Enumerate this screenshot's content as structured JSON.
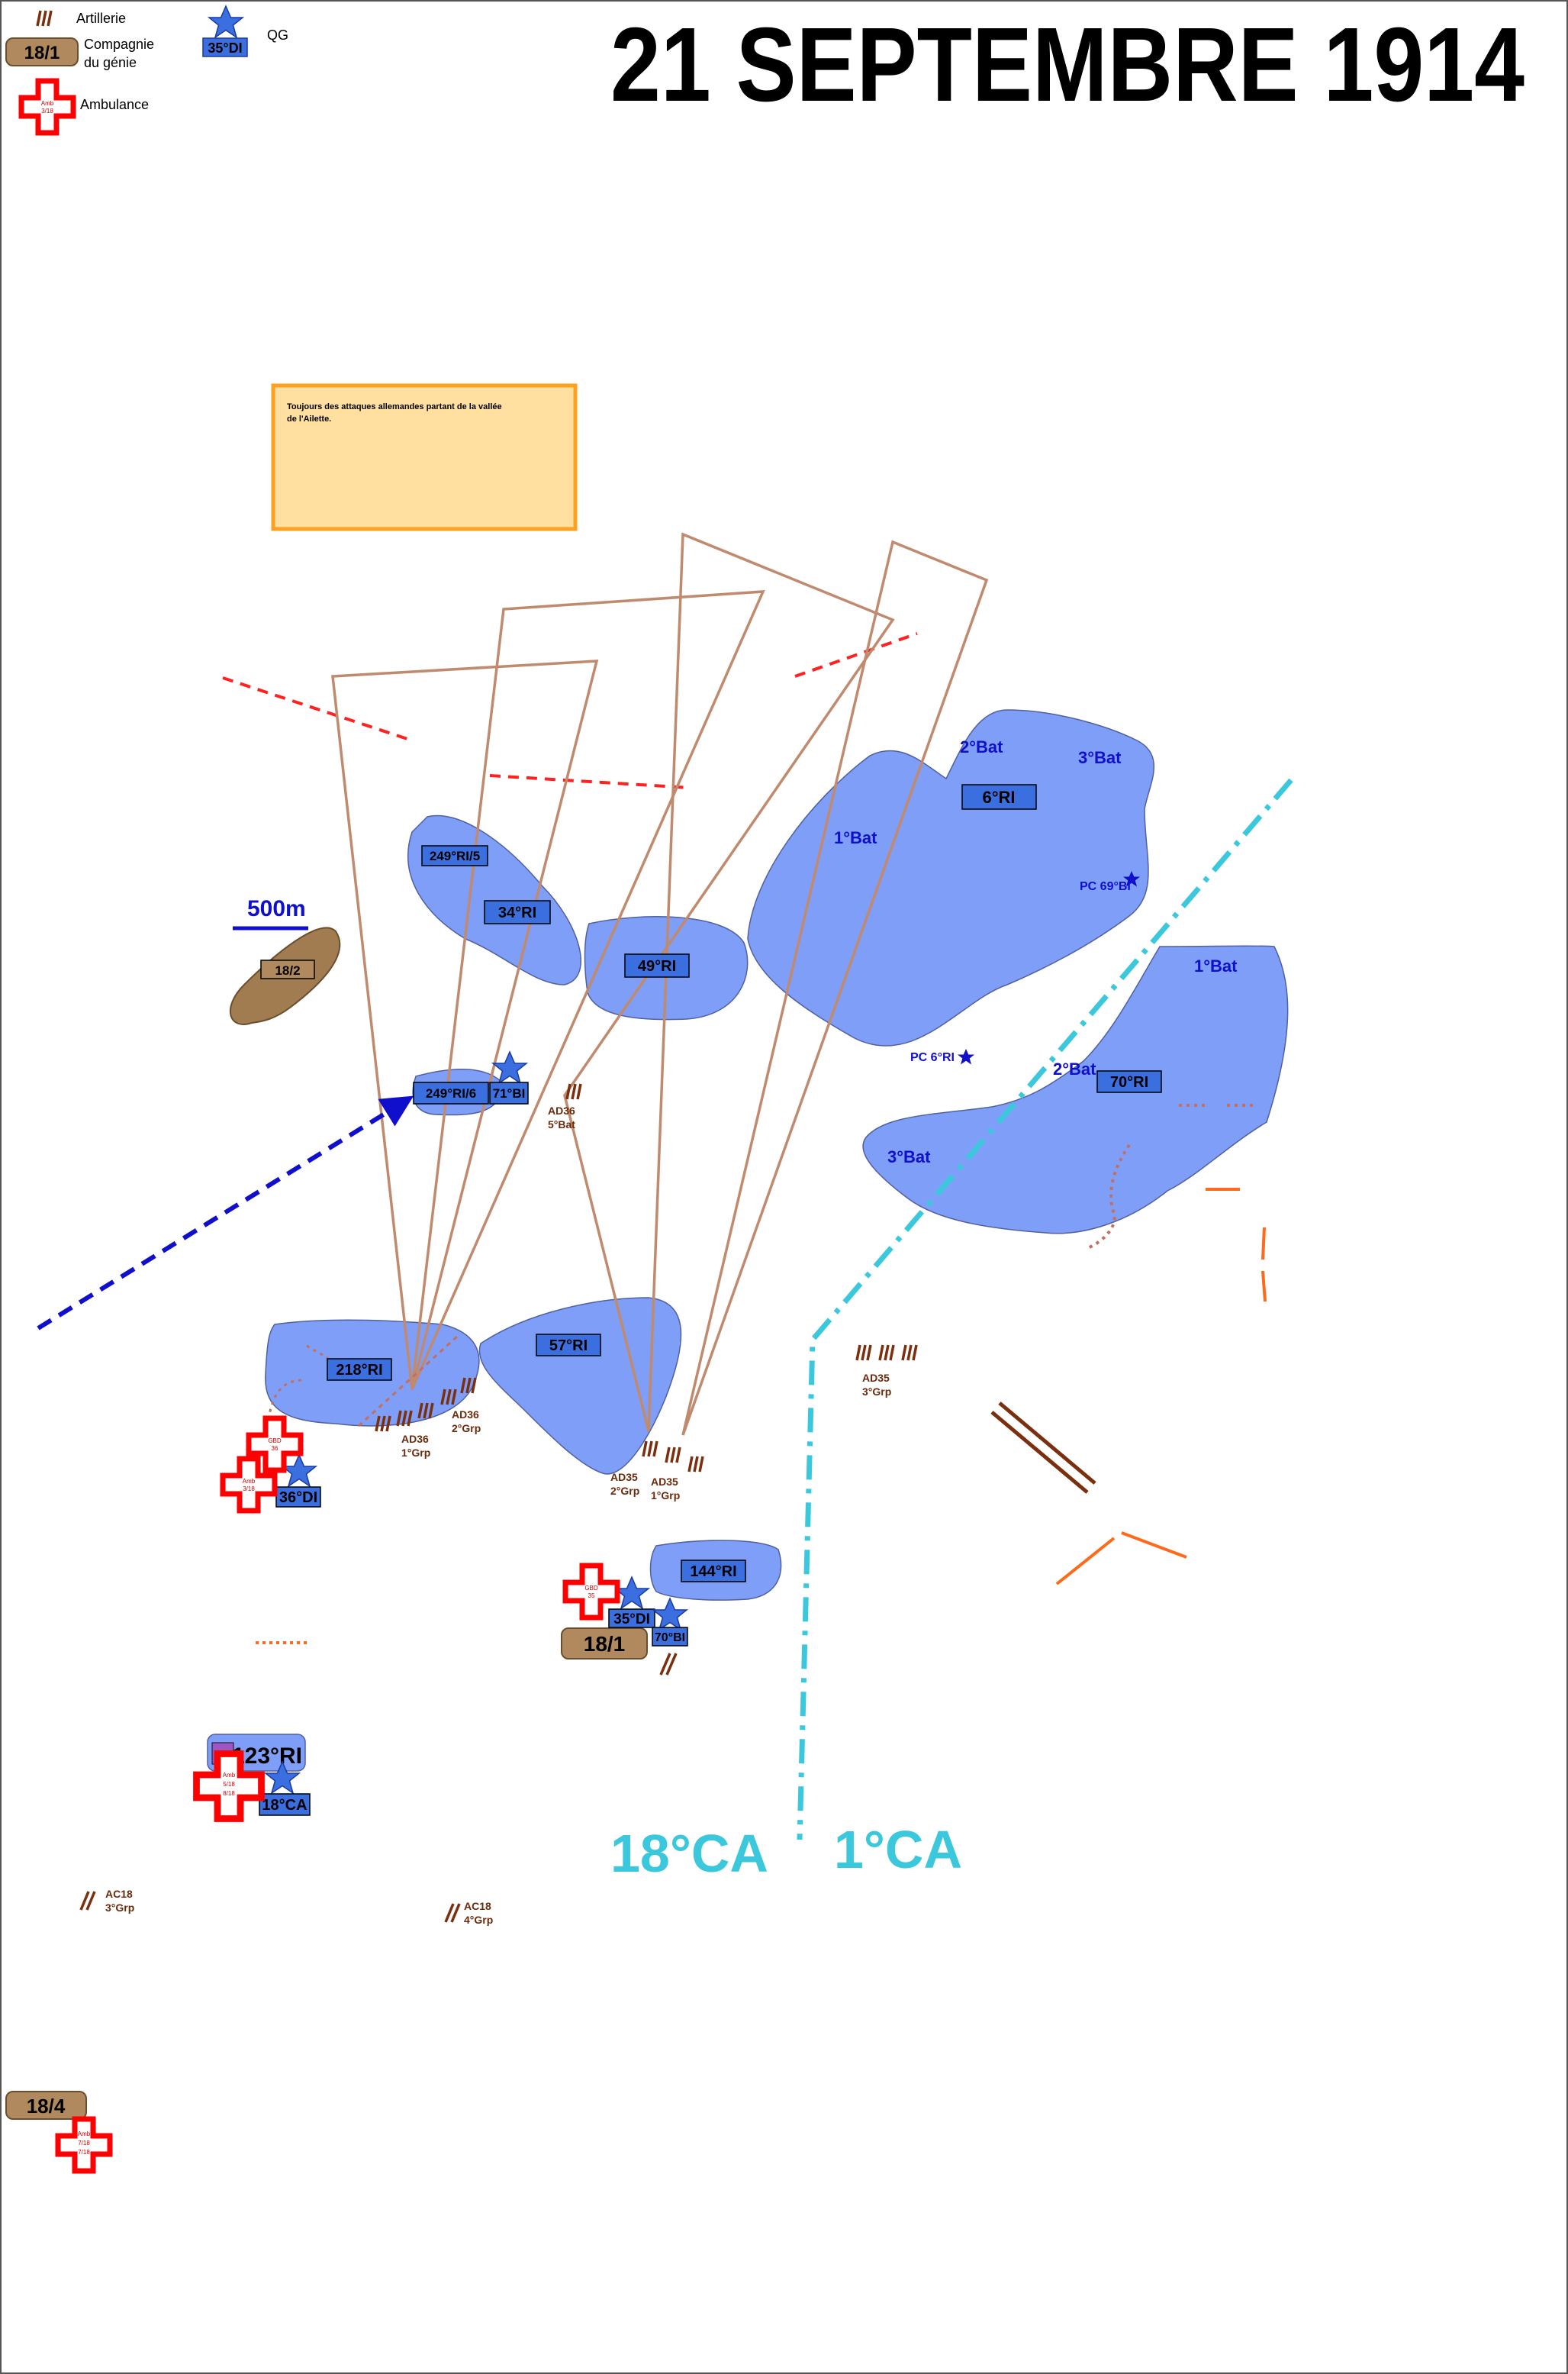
{
  "title": "21 SEPTEMBRE 1914",
  "legend": {
    "artillery": "Artillerie",
    "engineers_badge": "18/1",
    "engineers_line1": "Compagnie",
    "engineers_line2": "du génie",
    "ambulance_badge_line1": "Amb",
    "ambulance_badge_line2": "3/18",
    "ambulance": "Ambulance",
    "hq_badge": "35°DI",
    "hq": "QG"
  },
  "note": {
    "line1": "Toujours des attaques allemandes partant de la vallée",
    "line2": "de l'Ailette."
  },
  "scale": "500m",
  "units": {
    "ri249_5": "249°RI/5",
    "ri34": "34°RI",
    "ri49": "49°RI",
    "ri6": "6°RI",
    "ri249_6": "249°RI/6",
    "bi71": "71°BI",
    "ri70": "70°RI",
    "ri218": "218°RI",
    "ri57": "57°RI",
    "ri144": "144°RI",
    "ri123": "123°RI",
    "di36": "36°DI",
    "di35": "35°DI",
    "bi70": "70°BI",
    "ca18_badge": "18°CA"
  },
  "battalions": {
    "ri6_1": "1°Bat",
    "ri6_2": "2°Bat",
    "ri6_3": "3°Bat",
    "ri70_1": "1°Bat",
    "ri70_2": "2°Bat",
    "ri70_3": "3°Bat"
  },
  "posts": {
    "pc69": "PC 69°BI",
    "pc6": "PC 6°RI"
  },
  "engineers": {
    "e18_2": "18/2",
    "e18_1": "18/1",
    "e18_4": "18/4"
  },
  "ambulances": {
    "gbd36_l1": "GBD",
    "gbd36_l2": "36",
    "amb3_l1": "Amb",
    "amb3_l2": "3/18",
    "gbd35_l1": "GBD",
    "gbd35_l2": "35",
    "amb518_l1": "Amb",
    "amb518_l2": "5/18",
    "amb518_l3": "8/18",
    "amb718_l1": "Amb",
    "amb718_l2": "7/18",
    "amb718_l3": "7/18"
  },
  "artillery": {
    "ad36_5_l1": "AD36",
    "ad36_5_l2": "5°Bat",
    "ad36_1_l1": "AD36",
    "ad36_1_l2": "1°Grp",
    "ad36_2_l1": "AD36",
    "ad36_2_l2": "2°Grp",
    "ad35_2_l1": "AD35",
    "ad35_2_l2": "2°Grp",
    "ad35_1_l1": "AD35",
    "ad35_1_l2": "1°Grp",
    "ad35_3_l1": "AD35",
    "ad35_3_l2": "3°Grp",
    "ac18_3_l1": "AC18",
    "ac18_3_l2": "3°Grp",
    "ac18_4_l1": "AC18",
    "ac18_4_l2": "4°Grp"
  },
  "corps": {
    "left": "18°CA",
    "right": "1°CA"
  },
  "colors": {
    "unit_fill": "#7f9ef7",
    "unit_badge": "#3b6fe0",
    "artillery": "#7a2f0e",
    "ambulance": "#ff0000",
    "engineer": "#b08a5e",
    "corps_boundary": "#3cc8dc",
    "enemy_line": "#ff2020",
    "orange_line": "#ff6a1a",
    "fire_sector": "#c08a6e",
    "note_fill": "#ffe0a0",
    "note_border": "#ffa020"
  }
}
